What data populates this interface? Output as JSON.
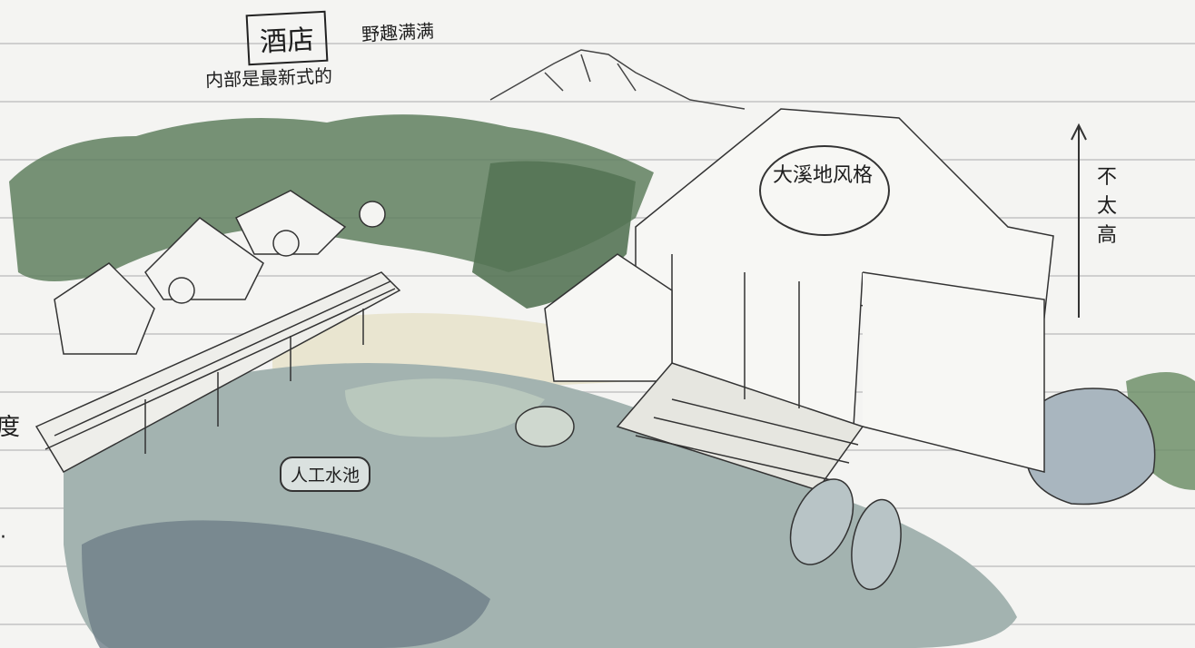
{
  "labels": {
    "title": "酒店",
    "subtitle": "野趣满满",
    "note_interior": "内部是最新式的",
    "bubble_style": "大溪地风格",
    "height_note": "不太高",
    "pond": "人工水池",
    "edge_left": "度",
    "edge_left_2": "·"
  },
  "colors": {
    "paper": "#f4f4f2",
    "rule_line": "#c9c9c9",
    "foliage": "#5f7f5f",
    "water": "#9fb0b8",
    "water_dark": "#6f7f88",
    "sand": "#e8e4cf"
  }
}
